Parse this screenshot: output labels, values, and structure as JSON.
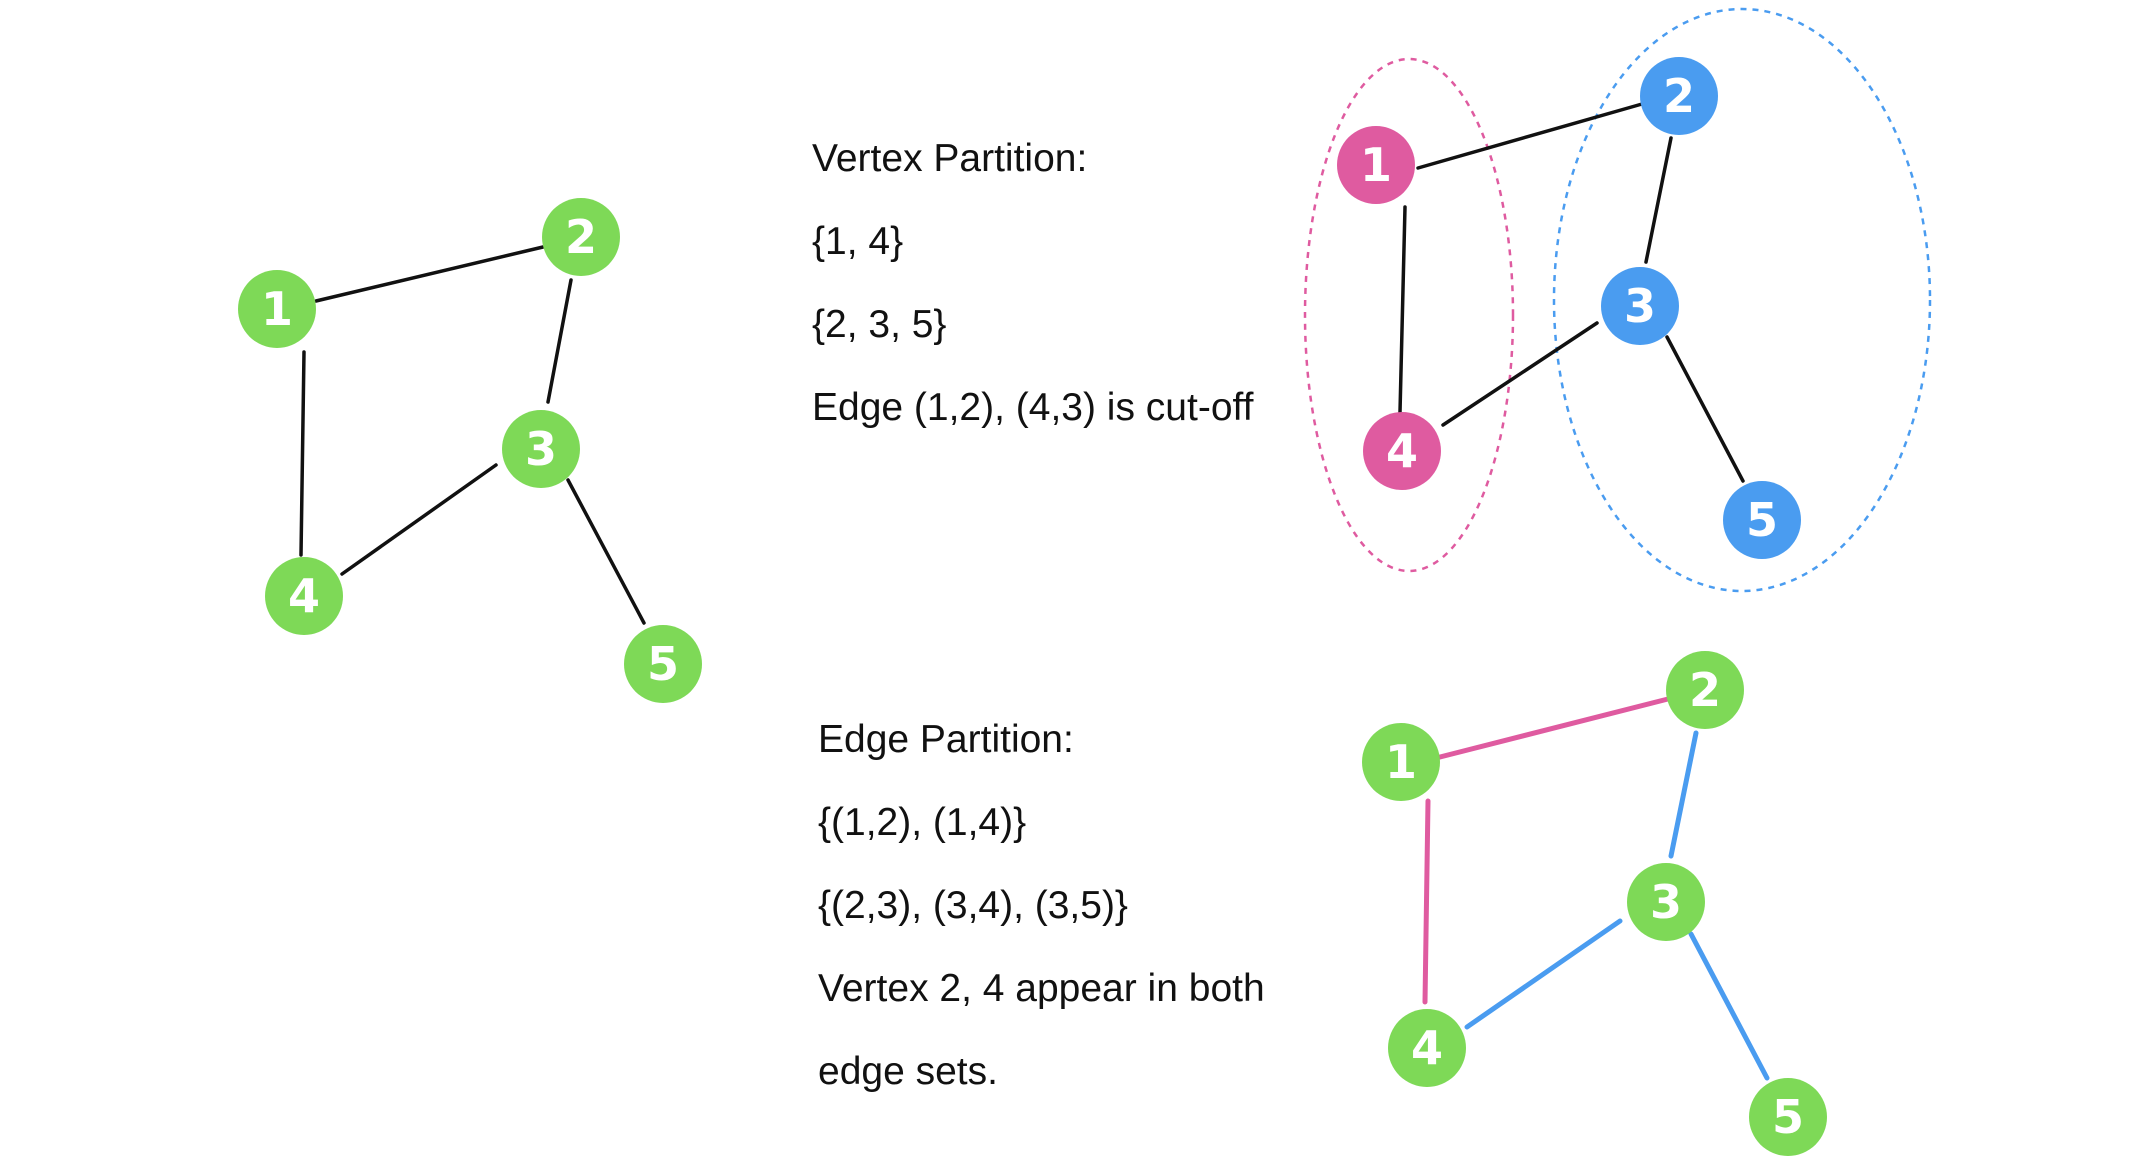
{
  "colors": {
    "green": "#7ed957",
    "pink": "#df5ba0",
    "blue": "#4a9cf0",
    "edge": "#111111"
  },
  "vertex_partition": {
    "lines": [
      "Vertex Partition:",
      "{1, 4}",
      "{2, 3, 5}",
      "Edge (1,2), (4,3) is cut-off"
    ]
  },
  "edge_partition": {
    "lines": [
      "Edge Partition:",
      "{(1,2), (1,4)}",
      "{(2,3), (3,4), (3,5)}",
      "Vertex 2, 4 appear in both",
      "edge sets."
    ]
  },
  "graphs": [
    {
      "id": "original",
      "nodes": [
        {
          "id": "1",
          "group": "green"
        },
        {
          "id": "2",
          "group": "green"
        },
        {
          "id": "3",
          "group": "green"
        },
        {
          "id": "4",
          "group": "green"
        },
        {
          "id": "5",
          "group": "green"
        }
      ],
      "edges": [
        {
          "from": "1",
          "to": "2",
          "group": "edge"
        },
        {
          "from": "1",
          "to": "4",
          "group": "edge"
        },
        {
          "from": "2",
          "to": "3",
          "group": "edge"
        },
        {
          "from": "3",
          "to": "4",
          "group": "edge"
        },
        {
          "from": "3",
          "to": "5",
          "group": "edge"
        }
      ]
    },
    {
      "id": "vertex-partitioned",
      "nodes": [
        {
          "id": "1",
          "group": "pink"
        },
        {
          "id": "2",
          "group": "blue"
        },
        {
          "id": "3",
          "group": "blue"
        },
        {
          "id": "4",
          "group": "pink"
        },
        {
          "id": "5",
          "group": "blue"
        }
      ],
      "edges": [
        {
          "from": "1",
          "to": "2",
          "group": "edge"
        },
        {
          "from": "1",
          "to": "4",
          "group": "edge"
        },
        {
          "from": "2",
          "to": "3",
          "group": "edge"
        },
        {
          "from": "3",
          "to": "4",
          "group": "edge"
        },
        {
          "from": "3",
          "to": "5",
          "group": "edge"
        }
      ],
      "partitions": [
        {
          "members": [
            "1",
            "4"
          ],
          "group": "pink"
        },
        {
          "members": [
            "2",
            "3",
            "5"
          ],
          "group": "blue"
        }
      ]
    },
    {
      "id": "edge-partitioned",
      "nodes": [
        {
          "id": "1",
          "group": "green"
        },
        {
          "id": "2",
          "group": "green"
        },
        {
          "id": "3",
          "group": "green"
        },
        {
          "id": "4",
          "group": "green"
        },
        {
          "id": "5",
          "group": "green"
        }
      ],
      "edges": [
        {
          "from": "1",
          "to": "2",
          "group": "pink"
        },
        {
          "from": "1",
          "to": "4",
          "group": "pink"
        },
        {
          "from": "2",
          "to": "3",
          "group": "blue"
        },
        {
          "from": "3",
          "to": "4",
          "group": "blue"
        },
        {
          "from": "3",
          "to": "5",
          "group": "blue"
        }
      ]
    }
  ]
}
